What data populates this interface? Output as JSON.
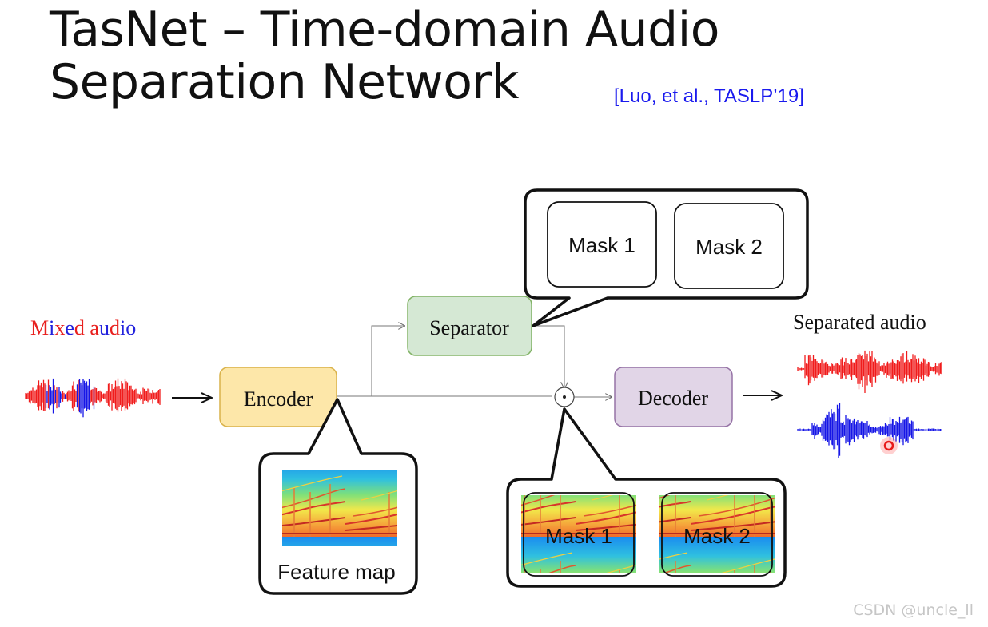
{
  "title": {
    "line1": "TasNet – Time-domain Audio",
    "line2": "Separation Network"
  },
  "citation": "[Luo, et al., TASLP’19]",
  "input_label": {
    "segments": [
      {
        "text": "M",
        "color": "#e8201e"
      },
      {
        "text": "i",
        "color": "#2222dd"
      },
      {
        "text": "x",
        "color": "#e8201e"
      },
      {
        "text": "e",
        "color": "#2222dd"
      },
      {
        "text": "d",
        "color": "#e8201e"
      },
      {
        "text": " ",
        "color": "#e8201e"
      },
      {
        "text": "a",
        "color": "#e8201e"
      },
      {
        "text": "u",
        "color": "#2222dd"
      },
      {
        "text": "d",
        "color": "#e8201e"
      },
      {
        "text": "i",
        "color": "#2222dd"
      },
      {
        "text": "o",
        "color": "#2222dd"
      }
    ]
  },
  "output_label": "Separated audio",
  "blocks": {
    "encoder": {
      "label": "Encoder",
      "fill": "#fde7a9",
      "stroke": "#d9b24a"
    },
    "separator": {
      "label": "Separator",
      "fill": "#d5e8d4",
      "stroke": "#82b366"
    },
    "decoder": {
      "label": "Decoder",
      "fill": "#e1d5e7",
      "stroke": "#9673a6"
    }
  },
  "callouts": {
    "feature_map": {
      "label": "Feature map"
    },
    "separator_masks": [
      "Mask 1",
      "Mask 2"
    ],
    "applied_masks": [
      "Mask 1",
      "Mask 2"
    ]
  },
  "operator_symbol": "⊙",
  "colors": {
    "speaker_red": "#f01c1c",
    "speaker_blue": "#1616e6"
  },
  "watermark": "CSDN @uncle_ll"
}
